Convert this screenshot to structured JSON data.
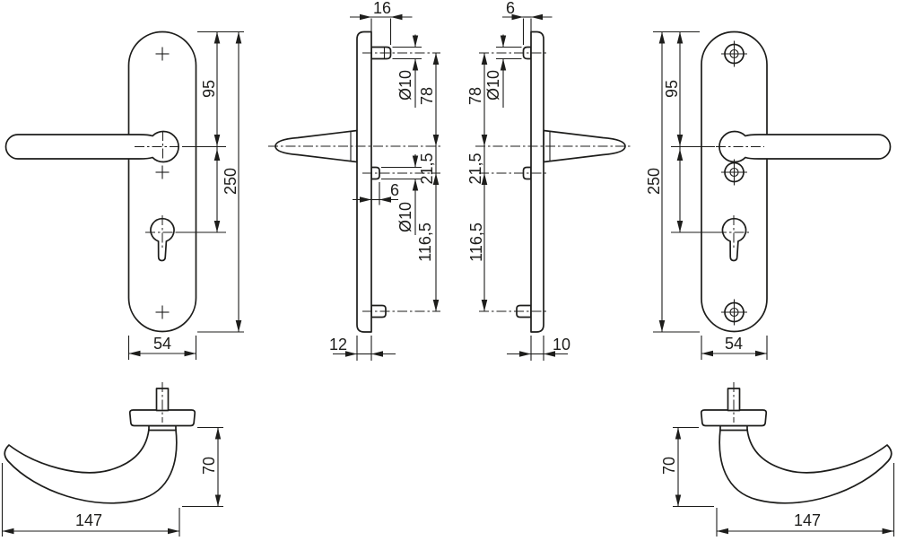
{
  "drawing": {
    "type": "door-fitting-technical-drawing",
    "line_color": "#1d1d1b",
    "background": "#ffffff"
  },
  "views": {
    "plate_front_left": {
      "height_top": "95",
      "height_total": "250",
      "width": "54"
    },
    "plate_side_left": {
      "lug_top_length": "16",
      "lug_top_dia": "Ø10",
      "top_to_lever": "78",
      "lever_to_lug": "21,5",
      "lug_mid_length": "6",
      "lug_mid_dia": "Ø10",
      "lug_to_lug": "116,5",
      "thickness": "12"
    },
    "plate_side_right": {
      "lug_top_length": "6",
      "lug_top_dia": "Ø10",
      "top_to_lever": "78",
      "lever_to_lug": "21,5",
      "lug_to_lug": "116,5",
      "thickness": "10"
    },
    "plate_front_right": {
      "height_top": "95",
      "height_total": "250",
      "width": "54"
    },
    "handle_left": {
      "height": "70",
      "length": "147"
    },
    "handle_right": {
      "height": "70",
      "length": "147"
    }
  }
}
